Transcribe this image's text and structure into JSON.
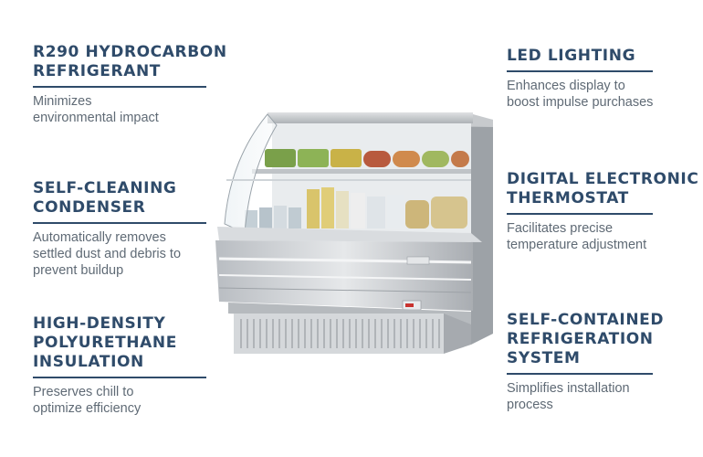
{
  "features": {
    "r290": {
      "title": "R290 HYDROCARBON\nREFRIGERANT",
      "desc": "Minimizes\nenvironmental impact"
    },
    "clean": {
      "title": "SELF-CLEANING\nCONDENSER",
      "desc": "Automatically removes\nsettled dust and debris to\nprevent buildup"
    },
    "insul": {
      "title": "HIGH-DENSITY\nPOLYURETHANE\nINSULATION",
      "desc": "Preserves chill to\noptimize efficiency"
    },
    "led": {
      "title": "LED LIGHTING",
      "desc": "Enhances display to\nboost impulse purchases"
    },
    "thermo": {
      "title": "DIGITAL ELECTRONIC\nTHERMOSTAT",
      "desc": "Facilitates precise\ntemperature adjustment"
    },
    "self": {
      "title": "SELF-CONTAINED\nREFRIGERATION\nSYSTEM",
      "desc": "Simplifies installation\nprocess"
    }
  },
  "colors": {
    "heading": "#2f4b6a",
    "body": "#5f6a75",
    "steel": "#c9ccd0"
  },
  "product": {
    "icon": "refrigerated-display-case-icon"
  }
}
